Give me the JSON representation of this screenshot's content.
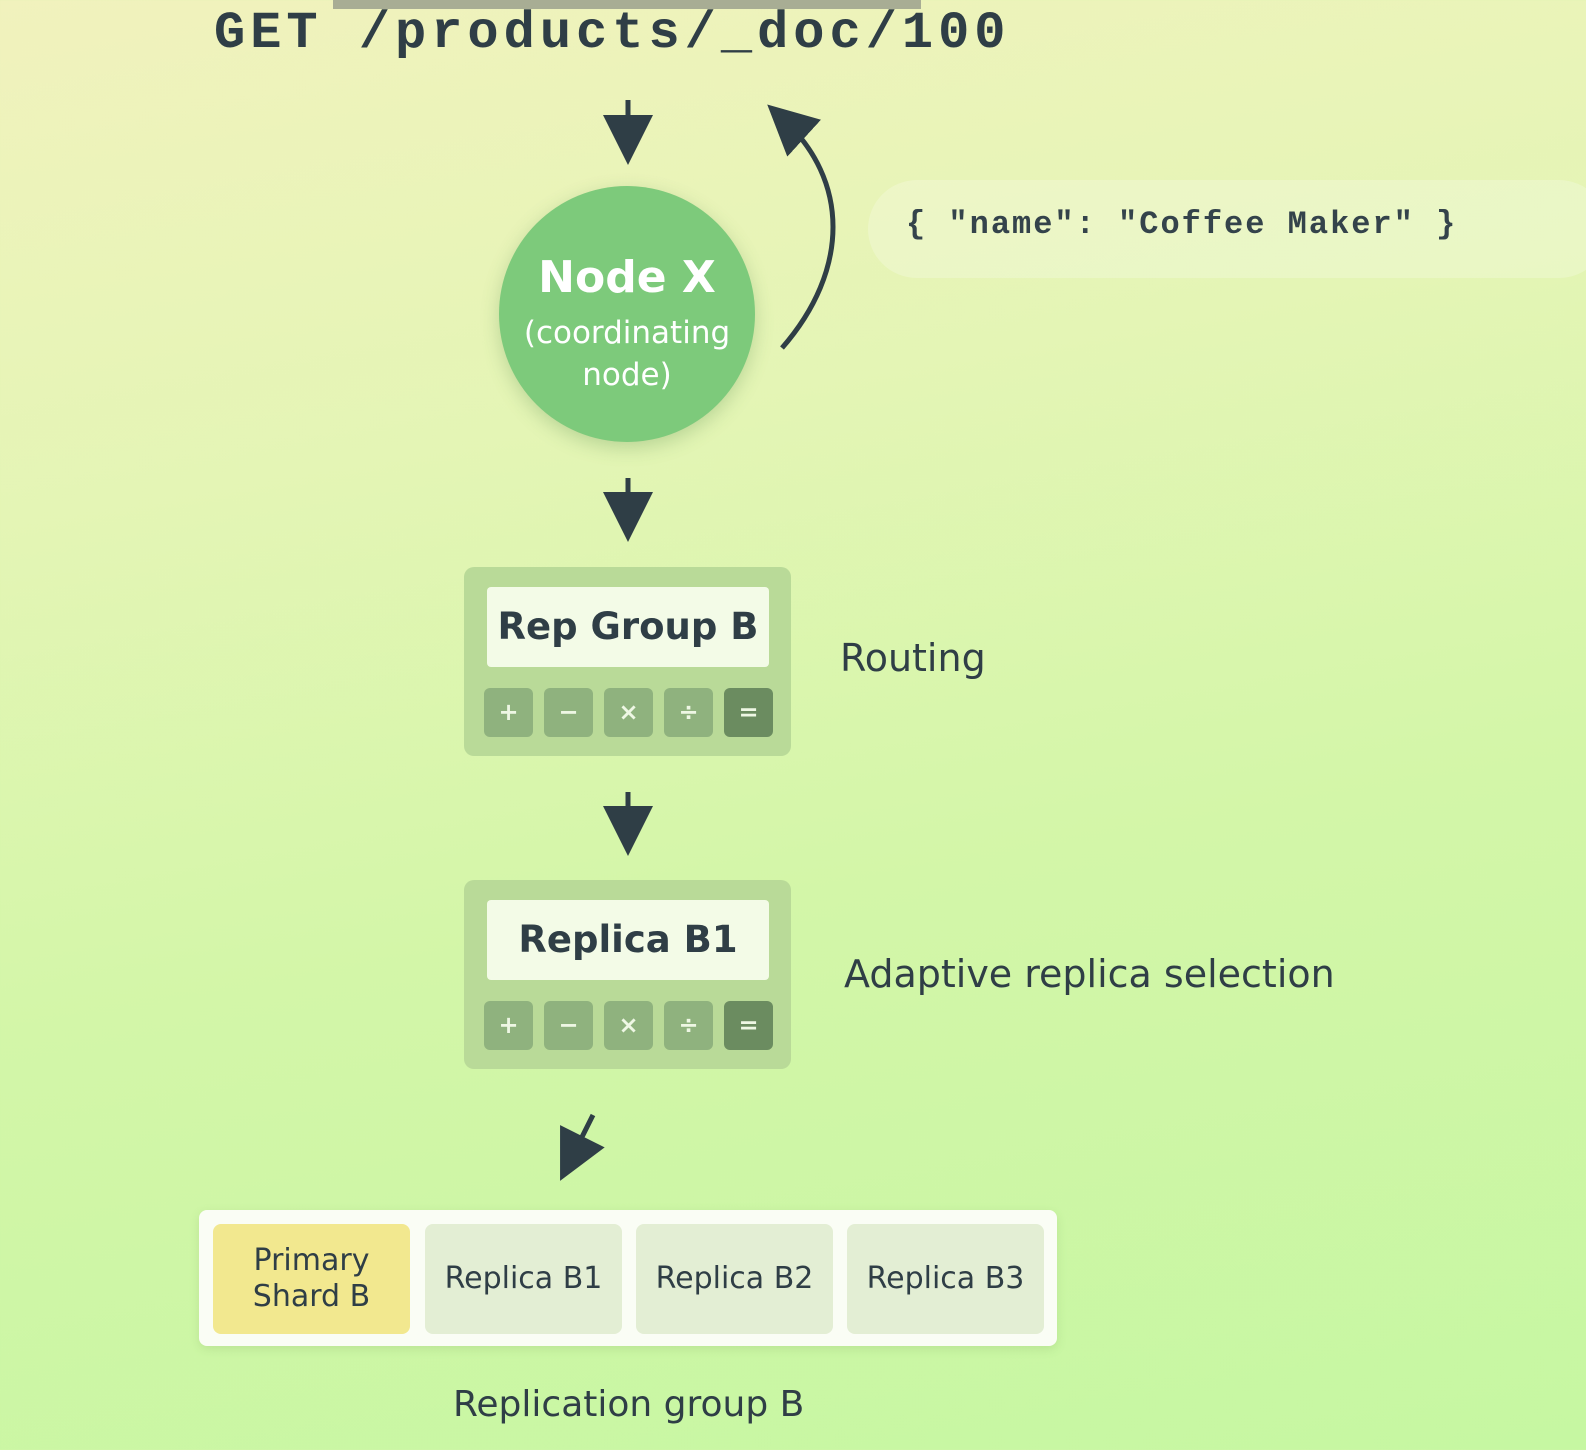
{
  "request": {
    "text": "GET /products/_doc/100"
  },
  "response": {
    "text": "{ \"name\": \"Coffee Maker\" }"
  },
  "coordinating_node": {
    "title": "Node X",
    "subtitle_line1": "(coordinating",
    "subtitle_line2": "node)"
  },
  "rep_group_box": {
    "label": "Rep Group B",
    "ops": [
      "+",
      "−",
      "×",
      "÷",
      "="
    ]
  },
  "replica_box": {
    "label": "Replica B1",
    "ops": [
      "+",
      "−",
      "×",
      "÷",
      "="
    ]
  },
  "labels": {
    "routing": "Routing",
    "adaptive": "Adaptive replica selection"
  },
  "replication_group": {
    "primary_line1": "Primary",
    "primary_line2": "Shard B",
    "replicas": [
      "Replica B1",
      "Replica B2",
      "Replica B3"
    ],
    "caption": "Replication group B"
  },
  "colors": {
    "node": "#7dca7b",
    "primary_shard": "#f2e88f",
    "replica_shard": "#e3eed4",
    "ink": "#2f3e46"
  }
}
